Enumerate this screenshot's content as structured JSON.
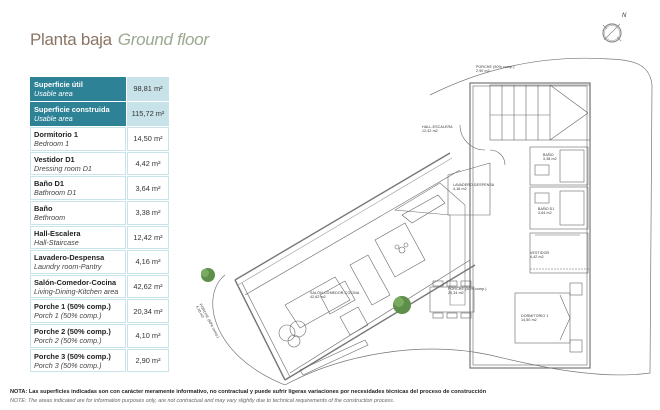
{
  "title": {
    "spanish": "Planta baja",
    "english": "Ground floor"
  },
  "colors": {
    "title_spanish": "#8a7565",
    "title_english": "#9aa98f",
    "accent_teal": "#2d8296",
    "accent_light": "#c7e2e9",
    "table_border": "#c9e3ea"
  },
  "areas_table": {
    "rows": [
      {
        "label_es": "Superficie útil",
        "label_en": "Usable area",
        "value": "98,81 m²",
        "highlight": true
      },
      {
        "label_es": "Superficie construida",
        "label_en": "Usable area",
        "value": "115,72 m²",
        "highlight": true
      },
      {
        "label_es": "Dormitorio 1",
        "label_en": "Bedroom 1",
        "value": "14,50 m²",
        "highlight": false
      },
      {
        "label_es": "Vestidor D1",
        "label_en": "Dressing room D1",
        "value": "4,42 m²",
        "highlight": false
      },
      {
        "label_es": "Baño D1",
        "label_en": "Bathroom D1",
        "value": "3,64 m²",
        "highlight": false
      },
      {
        "label_es": "Baño",
        "label_en": "Bethroom",
        "value": "3,38 m²",
        "highlight": false
      },
      {
        "label_es": "Hall-Escalera",
        "label_en": "Hall-Staircase",
        "value": "12,42 m²",
        "highlight": false
      },
      {
        "label_es": "Lavadero-Despensa",
        "label_en": "Laundry room-Pantry",
        "value": "4,16 m²",
        "highlight": false
      },
      {
        "label_es": "Salón-Comedor-Cocina",
        "label_en": "Living-Dining-Kitchen area",
        "value": "42,62 m²",
        "highlight": false
      },
      {
        "label_es": "Porche 1 (50% comp.)",
        "label_en": "Porch 1 (50% comp.)",
        "value": "20,34 m²",
        "highlight": false
      },
      {
        "label_es": "Porche 2 (50% comp.)",
        "label_en": "Porch 2 (50% comp.)",
        "value": "4,10 m²",
        "highlight": false
      },
      {
        "label_es": "Porche 3 (50% comp.)",
        "label_en": "Porch 3 (50% comp.)",
        "value": "2,90 m²",
        "highlight": false
      }
    ]
  },
  "floor_plan": {
    "compass_label": "N",
    "rooms": [
      {
        "name": "PORCHE (50% comp.)",
        "area": "2,90 m2"
      },
      {
        "name": "HALL-ESCALERA",
        "area": "12,42 m2"
      },
      {
        "name": "BAÑO",
        "area": "3,38 m2"
      },
      {
        "name": "LAVADERO DESPENSA",
        "area": "4,16 m2"
      },
      {
        "name": "BAÑO D1",
        "area": "3,64 m2"
      },
      {
        "name": "VESTIDOR",
        "area": "4,42 m2"
      },
      {
        "name": "PORCHE (50% comp.)",
        "area": "20,34 m2"
      },
      {
        "name": "SALÓN-COMEDOR-COCINA",
        "area": "42,62 m2"
      },
      {
        "name": "DORMITORIO 1",
        "area": "14,50 m2"
      },
      {
        "name": "PORCHE (50% comp.)",
        "area": "4,10 m2"
      }
    ]
  },
  "note": {
    "spanish": "NOTA: Las superficies indicadas son con carácter meramente informativo, no contractual y puede sufrir ligeras variaciones por necesidades técnicas del proceso de construcción",
    "english": "NOTE: The areas indicated are for information purposes only, are not contractual and may vary slightly due to technical requirements of the construction process."
  }
}
